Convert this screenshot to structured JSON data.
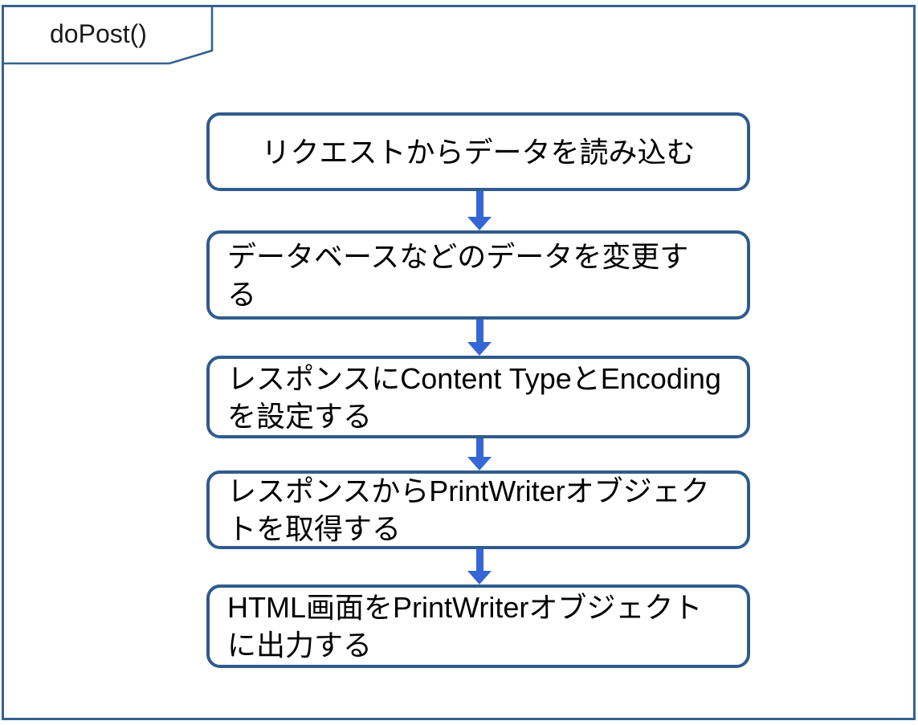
{
  "title_tab": {
    "label": "doPost()"
  },
  "flow": {
    "steps": [
      {
        "name": "read-request-data",
        "lines": [
          "リクエストからデータを読み込む"
        ]
      },
      {
        "name": "update-database-data",
        "lines": [
          "データベースなどのデータを変更す",
          "る"
        ]
      },
      {
        "name": "set-content-type",
        "lines": [
          "レスポンスにContent TypeとEncoding",
          "を設定する"
        ]
      },
      {
        "name": "get-printwriter",
        "lines": [
          "レスポンスからPrintWriterオブジェク",
          "トを取得する"
        ]
      },
      {
        "name": "output-html",
        "lines": [
          "HTML画面をPrintWriterオブジェクト",
          "に出力する"
        ]
      }
    ]
  },
  "colors": {
    "frame_border": "#35618F",
    "box_border": "#2F5B8C",
    "arrow": "#3666D3",
    "text": "#000000",
    "background": "#FFFFFF"
  }
}
